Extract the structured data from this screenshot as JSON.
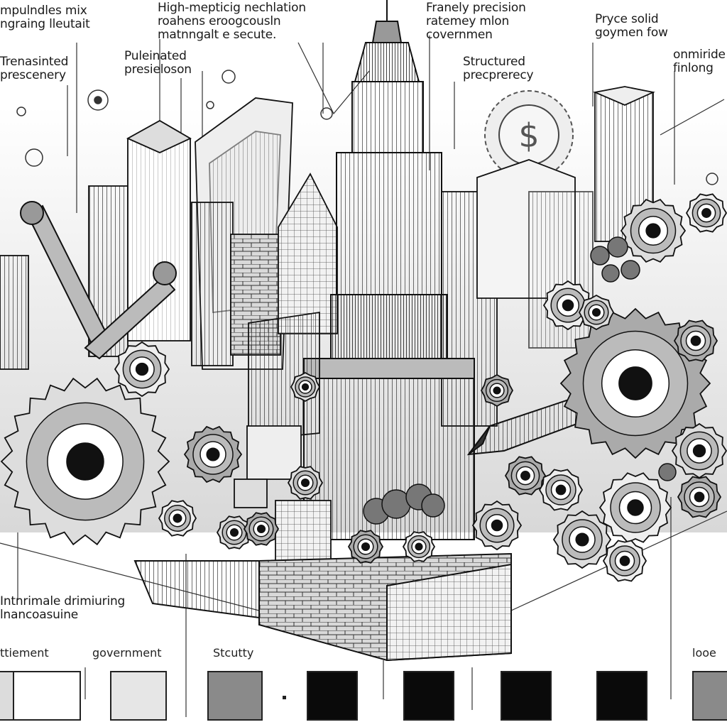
{
  "labels": [
    {
      "id": "l1",
      "lines": [
        "mpulndles mix",
        "ngraing lleutait"
      ]
    },
    {
      "id": "l2",
      "lines": [
        "High-mepticig nechlation",
        "roahens eroogcousln",
        "matnngalt e secute."
      ]
    },
    {
      "id": "l3",
      "lines": [
        "Franely precision",
        "ratemey mlon",
        "covernmen"
      ]
    },
    {
      "id": "l4",
      "lines": [
        "Pryce solid",
        "goymen fow"
      ]
    },
    {
      "id": "l5",
      "lines": [
        "Trenasinted",
        "prescenery"
      ]
    },
    {
      "id": "l6",
      "lines": [
        "Puleinated",
        "presieloson"
      ]
    },
    {
      "id": "l7",
      "lines": [
        "Structured",
        "precprerecy"
      ]
    },
    {
      "id": "l8",
      "lines": [
        "onmiride",
        "finlong"
      ]
    },
    {
      "id": "l9",
      "lines": [
        "Intnrimale drimiuring",
        "lnancoasuine"
      ]
    }
  ],
  "legend": [
    {
      "label": "ttiement",
      "color": "#ffffff"
    },
    {
      "label": "government",
      "color": "#e6e6e6"
    },
    {
      "label": "Stcutty",
      "color": "#8a8a8a"
    },
    {
      "label": "",
      "color": "#0a0a0a"
    },
    {
      "label": "",
      "color": "#0a0a0a"
    },
    {
      "label": "",
      "color": "#0a0a0a"
    },
    {
      "label": "",
      "color": "#0a0a0a"
    },
    {
      "label": "looe",
      "color": "#8a8a8a"
    }
  ]
}
